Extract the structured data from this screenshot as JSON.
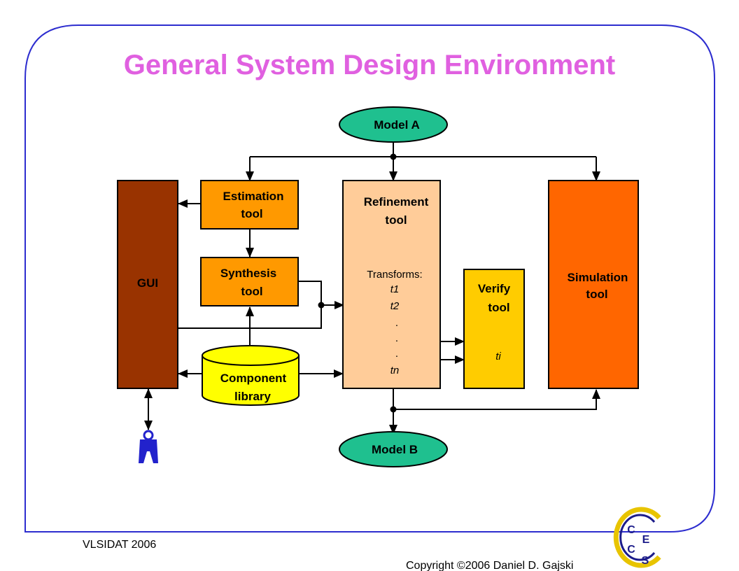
{
  "title": "General System Design Environment",
  "nodes": {
    "model_a": "Model A",
    "model_b": "Model B",
    "gui": "GUI",
    "estimation": [
      "Estimation",
      "tool"
    ],
    "synthesis": [
      "Synthesis",
      "tool"
    ],
    "component_library": [
      "Component",
      "library"
    ],
    "refinement": [
      "Refinement",
      "tool"
    ],
    "transforms_label": "Transforms:",
    "transforms": [
      "t1",
      "t2",
      ".",
      ".",
      ".",
      "tn"
    ],
    "verify": [
      "Verify",
      "tool"
    ],
    "verify_item": "ti",
    "simulation": [
      "Simulation",
      "tool"
    ]
  },
  "footer": {
    "left": "VLSIDAT 2006",
    "copyright": "Copyright ©2006 Daniel D. Gajski",
    "logo_letters": [
      "C",
      "E",
      "C",
      "S"
    ]
  },
  "colors": {
    "title": "#e060e0",
    "model": "#1fc08f",
    "gui": "#993300",
    "tool": "#ff9900",
    "library": "#ffff00",
    "refinement": "#ffcc99",
    "verify": "#ffcc00",
    "simulation": "#ff6600",
    "person": "#2222cc"
  }
}
